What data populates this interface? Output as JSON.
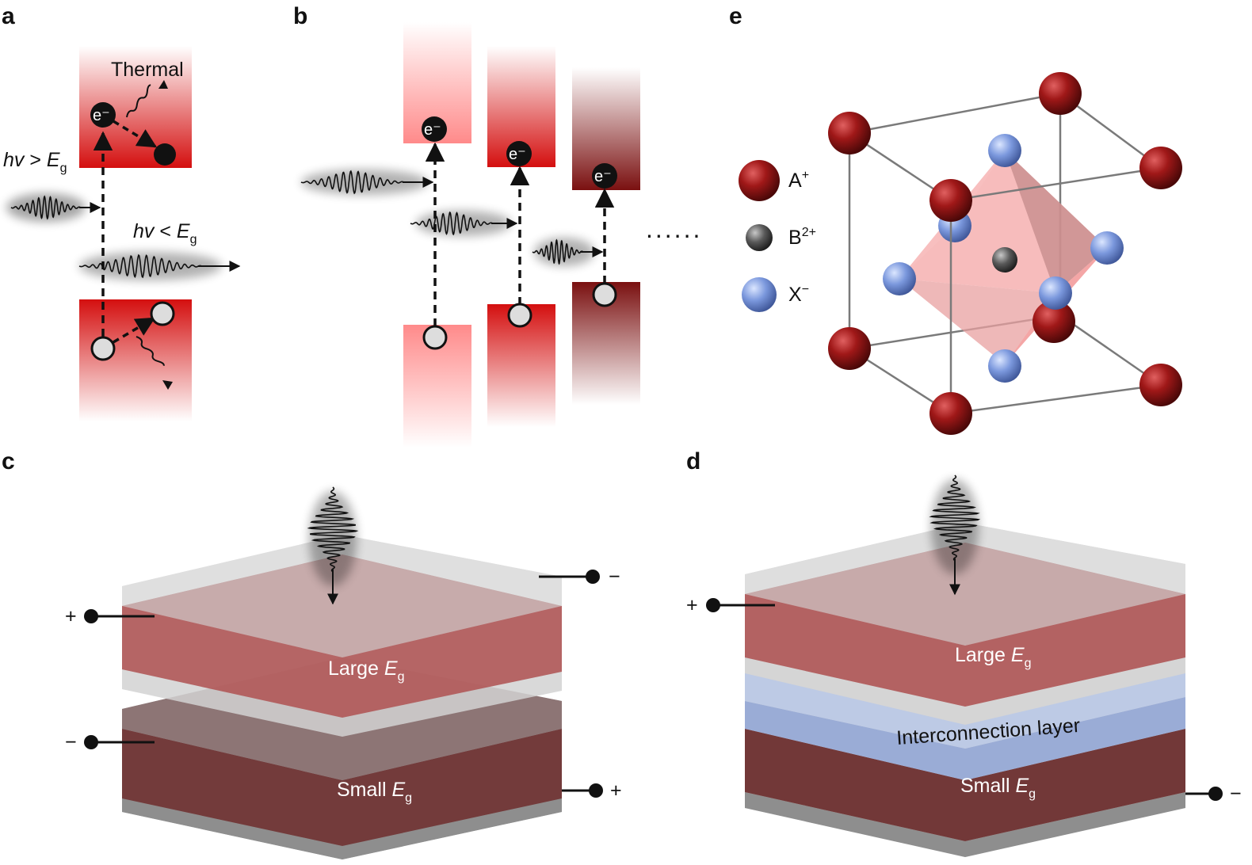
{
  "panels": {
    "a": {
      "label": "a",
      "thermal": "Thermal",
      "electron": "e⁻",
      "hv_gt": {
        "pre": "hv",
        "op": " > ",
        "E": "E",
        "sub": "g"
      },
      "hv_lt": {
        "pre": "hv",
        "op": " < ",
        "E": "E",
        "sub": "g"
      }
    },
    "b": {
      "label": "b",
      "electron": "e⁻",
      "ellipsis": "......"
    },
    "c": {
      "label": "c",
      "large": {
        "pre": "Large ",
        "E": "E",
        "sub": "g"
      },
      "small": {
        "pre": "Small ",
        "E": "E",
        "sub": "g"
      },
      "plus": "+",
      "minus": "−"
    },
    "d": {
      "label": "d",
      "large": {
        "pre": "Large ",
        "E": "E",
        "sub": "g"
      },
      "small": {
        "pre": "Small ",
        "E": "E",
        "sub": "g"
      },
      "interconnect": "Interconnection layer",
      "plus": "+",
      "minus": "−"
    },
    "e": {
      "label": "e",
      "legend": [
        {
          "name": "A",
          "sup": "+",
          "color": "#8b1a1a"
        },
        {
          "name": "B",
          "sup": "2+",
          "color": "#555555"
        },
        {
          "name": "X",
          "sup": "−",
          "color": "#6f8fd8"
        }
      ]
    }
  },
  "colors": {
    "band_red": "#d40f0f",
    "dark_red": "#7a1c1c",
    "light_red": "#ff8f8f",
    "layer_red": "#b05858",
    "layer_dark": "#723838",
    "interconnect_blue": "#94a7d6",
    "glass_gray": "#c8c8c8"
  }
}
